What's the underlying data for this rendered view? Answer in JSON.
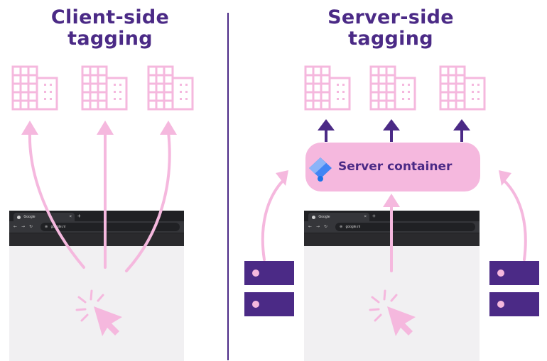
{
  "left_panel": {
    "title_line1": "Client-side",
    "title_line2": "tagging"
  },
  "right_panel": {
    "title_line1": "Server-side",
    "title_line2": "tagging",
    "server_container_label": "Server container"
  },
  "browser": {
    "tab_title": "Google",
    "tab_close": "×",
    "new_tab": "+",
    "url": "google.nl",
    "nav_back": "←",
    "nav_forward": "→",
    "nav_reload": "↻"
  },
  "icons": {
    "building": "building-icon",
    "click": "cursor-click-icon",
    "server": "server-icon",
    "tag_manager": "tag-manager-icon"
  },
  "colors": {
    "purple": "#4b2a86",
    "pink": "#f5b8de",
    "browser_bg": "#f1f0f2",
    "browser_chrome": "#202124"
  }
}
